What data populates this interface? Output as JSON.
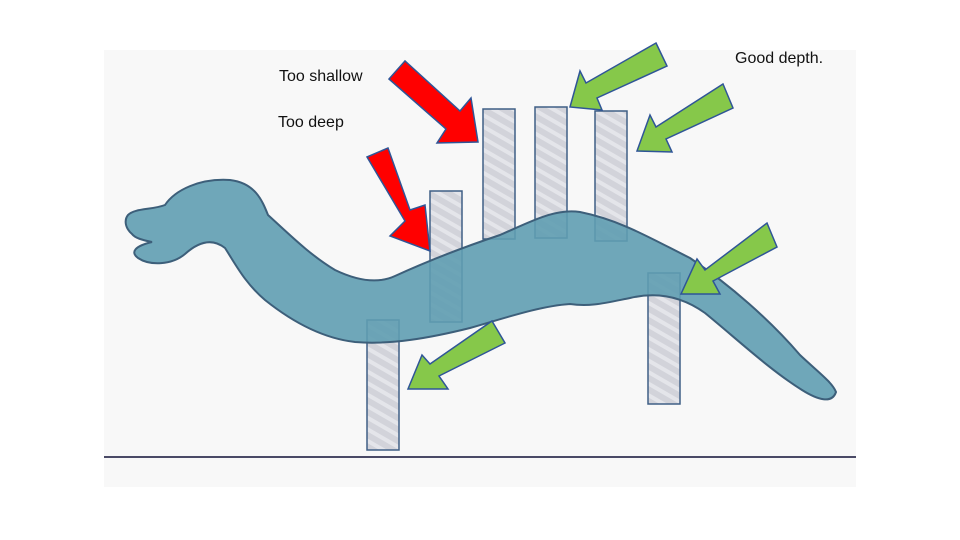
{
  "labels": {
    "too_shallow": "Too shallow",
    "too_deep": "Too deep",
    "good_depth": "Good depth."
  },
  "colors": {
    "background_panel": "#f8f8f8",
    "ground_line": "#4a4a66",
    "creature_fill": "#5f9db1",
    "creature_stroke": "#3d5f7a",
    "post_fill": "#d2d3da",
    "post_stroke": "#3f5f86",
    "bad_arrow": "#ff0000",
    "good_arrow": "#86c84a",
    "arrow_stroke": "#2f5597"
  },
  "icons": {
    "bad_arrow": "red-arrow-icon",
    "good_arrow": "green-arrow-icon"
  }
}
